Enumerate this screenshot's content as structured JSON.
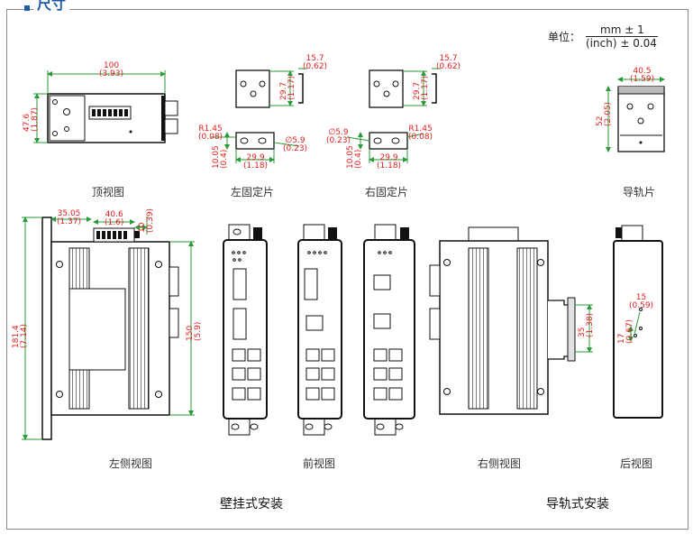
{
  "section_title": "尺寸",
  "unit": {
    "label": "单位：",
    "numerator": "mm ± 1",
    "denominator": "(inch) ± 0.04"
  },
  "captions": {
    "top_view": "顶视图",
    "left_bracket": "左固定片",
    "right_bracket": "右固定片",
    "rail_clip": "导轨片",
    "left_side_view": "左侧视图",
    "front_view": "前视图",
    "right_side_view": "右侧视图",
    "rear_view": "后视图",
    "wall_mount": "壁挂式安装",
    "din_mount": "导轨式安装"
  },
  "dimensions": {
    "top_width": [
      "100",
      "(3.93)"
    ],
    "top_height": [
      "47.6",
      "(1.87)"
    ],
    "lb_depth": [
      "15.7",
      "(0.62)"
    ],
    "lb_height": [
      "29.7",
      "(1.17)"
    ],
    "lb_radius": [
      "R1.45",
      "(0.08)"
    ],
    "lb_hole": [
      "∅5.9",
      "(0.23)"
    ],
    "lb_width": [
      "29.9",
      "(1.18)"
    ],
    "lb_vert": [
      "10.05",
      "(0.4)"
    ],
    "rb_depth": [
      "15.7",
      "(0.62)"
    ],
    "rb_height": [
      "29.7",
      "(1.17)"
    ],
    "rb_hole": [
      "∅5.9",
      "(0.23)"
    ],
    "rb_radius": [
      "R1.45",
      "(0.08)"
    ],
    "rb_width": [
      "29.9",
      "(1.18)"
    ],
    "rb_vert": [
      "10.05",
      "(0.4)"
    ],
    "rail_width": [
      "40.5",
      "(1.59)"
    ],
    "rail_height": [
      "52",
      "(2.05)"
    ],
    "ls_d1": [
      "35.05",
      "(1.37)"
    ],
    "ls_d2": [
      "40.6",
      "(1.6)"
    ],
    "ls_d3": [
      "10",
      "(0.39)"
    ],
    "ls_total": [
      "181.4",
      "(7.14)"
    ],
    "ls_body": [
      "150",
      "(5.9)"
    ],
    "rs_rail": [
      "35",
      "(1.38)"
    ],
    "rear_a": [
      "15",
      "(0.59)"
    ],
    "rear_b": [
      "17",
      "(0.67)"
    ]
  }
}
